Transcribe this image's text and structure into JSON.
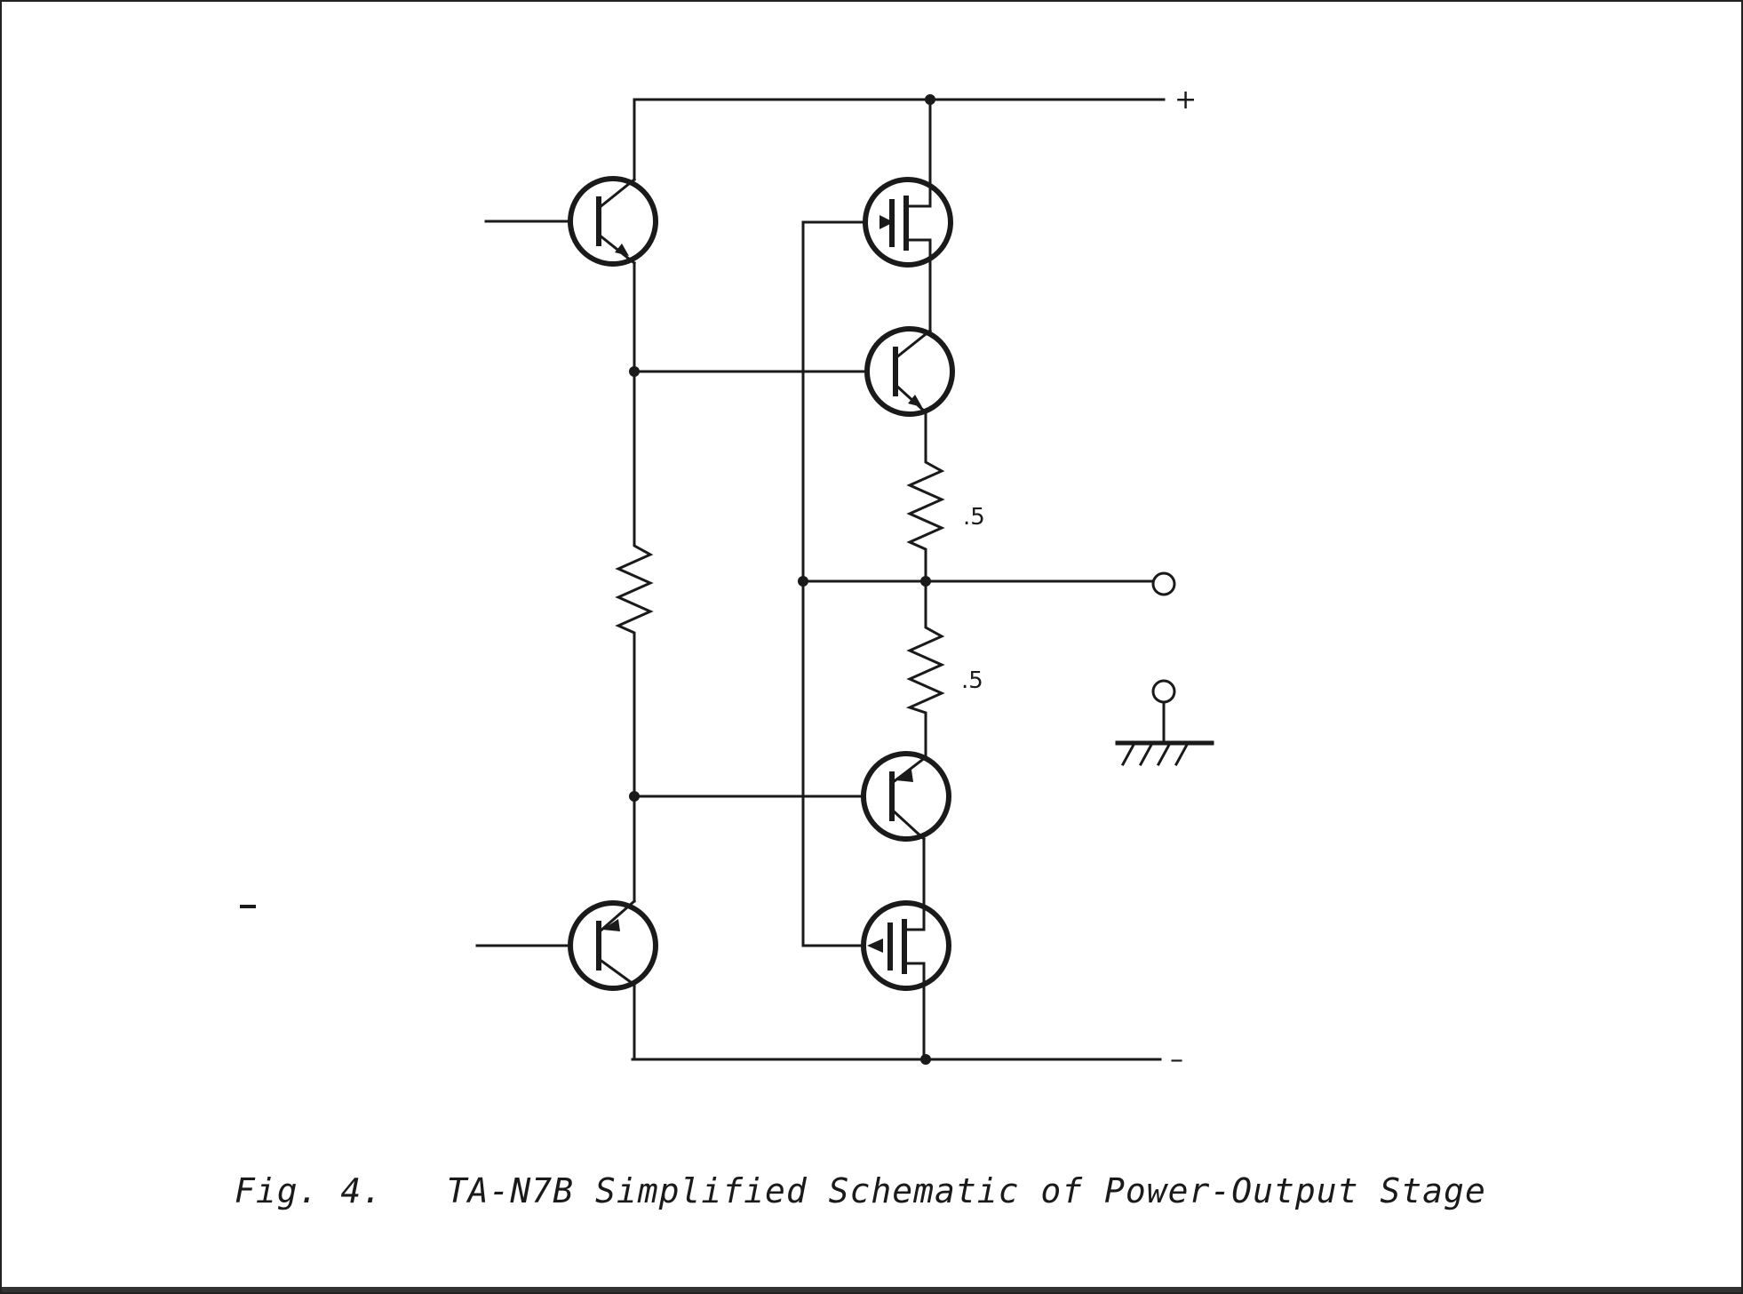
{
  "diagram": {
    "supply_positive": "+",
    "supply_negative": "–",
    "resistor_top_value": ".5",
    "resistor_bottom_value": ".5"
  },
  "caption": {
    "fig_number": "Fig. 4.",
    "title": "TA-N7B Simplified Schematic of Power-Output Stage"
  },
  "colors": {
    "ink": "#1a1a1a",
    "paper": "#ffffff"
  }
}
